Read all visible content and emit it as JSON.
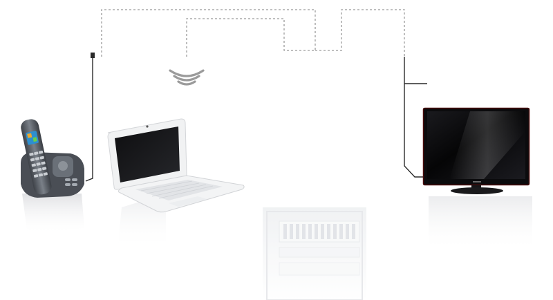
{
  "scene": {
    "background": "#ffffff",
    "devices": [
      {
        "id": "cordless-phone",
        "kind": "phone",
        "color": "#5a6068"
      },
      {
        "id": "laptop",
        "kind": "laptop",
        "color": "#f2f3f4"
      },
      {
        "id": "distribution-panel",
        "kind": "electrical-panel",
        "color": "#f4f5f6"
      },
      {
        "id": "flat-tv",
        "kind": "television",
        "color": "#0b0b0d",
        "frame_color": "#4a0c0c"
      }
    ],
    "links": [
      {
        "from": "cordless-phone",
        "style": "dashed",
        "color": "#9a9a9a"
      },
      {
        "from": "laptop",
        "style": "dashed",
        "color": "#9a9a9a",
        "wireless": true
      },
      {
        "from": "flat-tv",
        "style": "dashed",
        "color": "#9a9a9a"
      }
    ],
    "icons": [
      "wifi-icon"
    ]
  }
}
